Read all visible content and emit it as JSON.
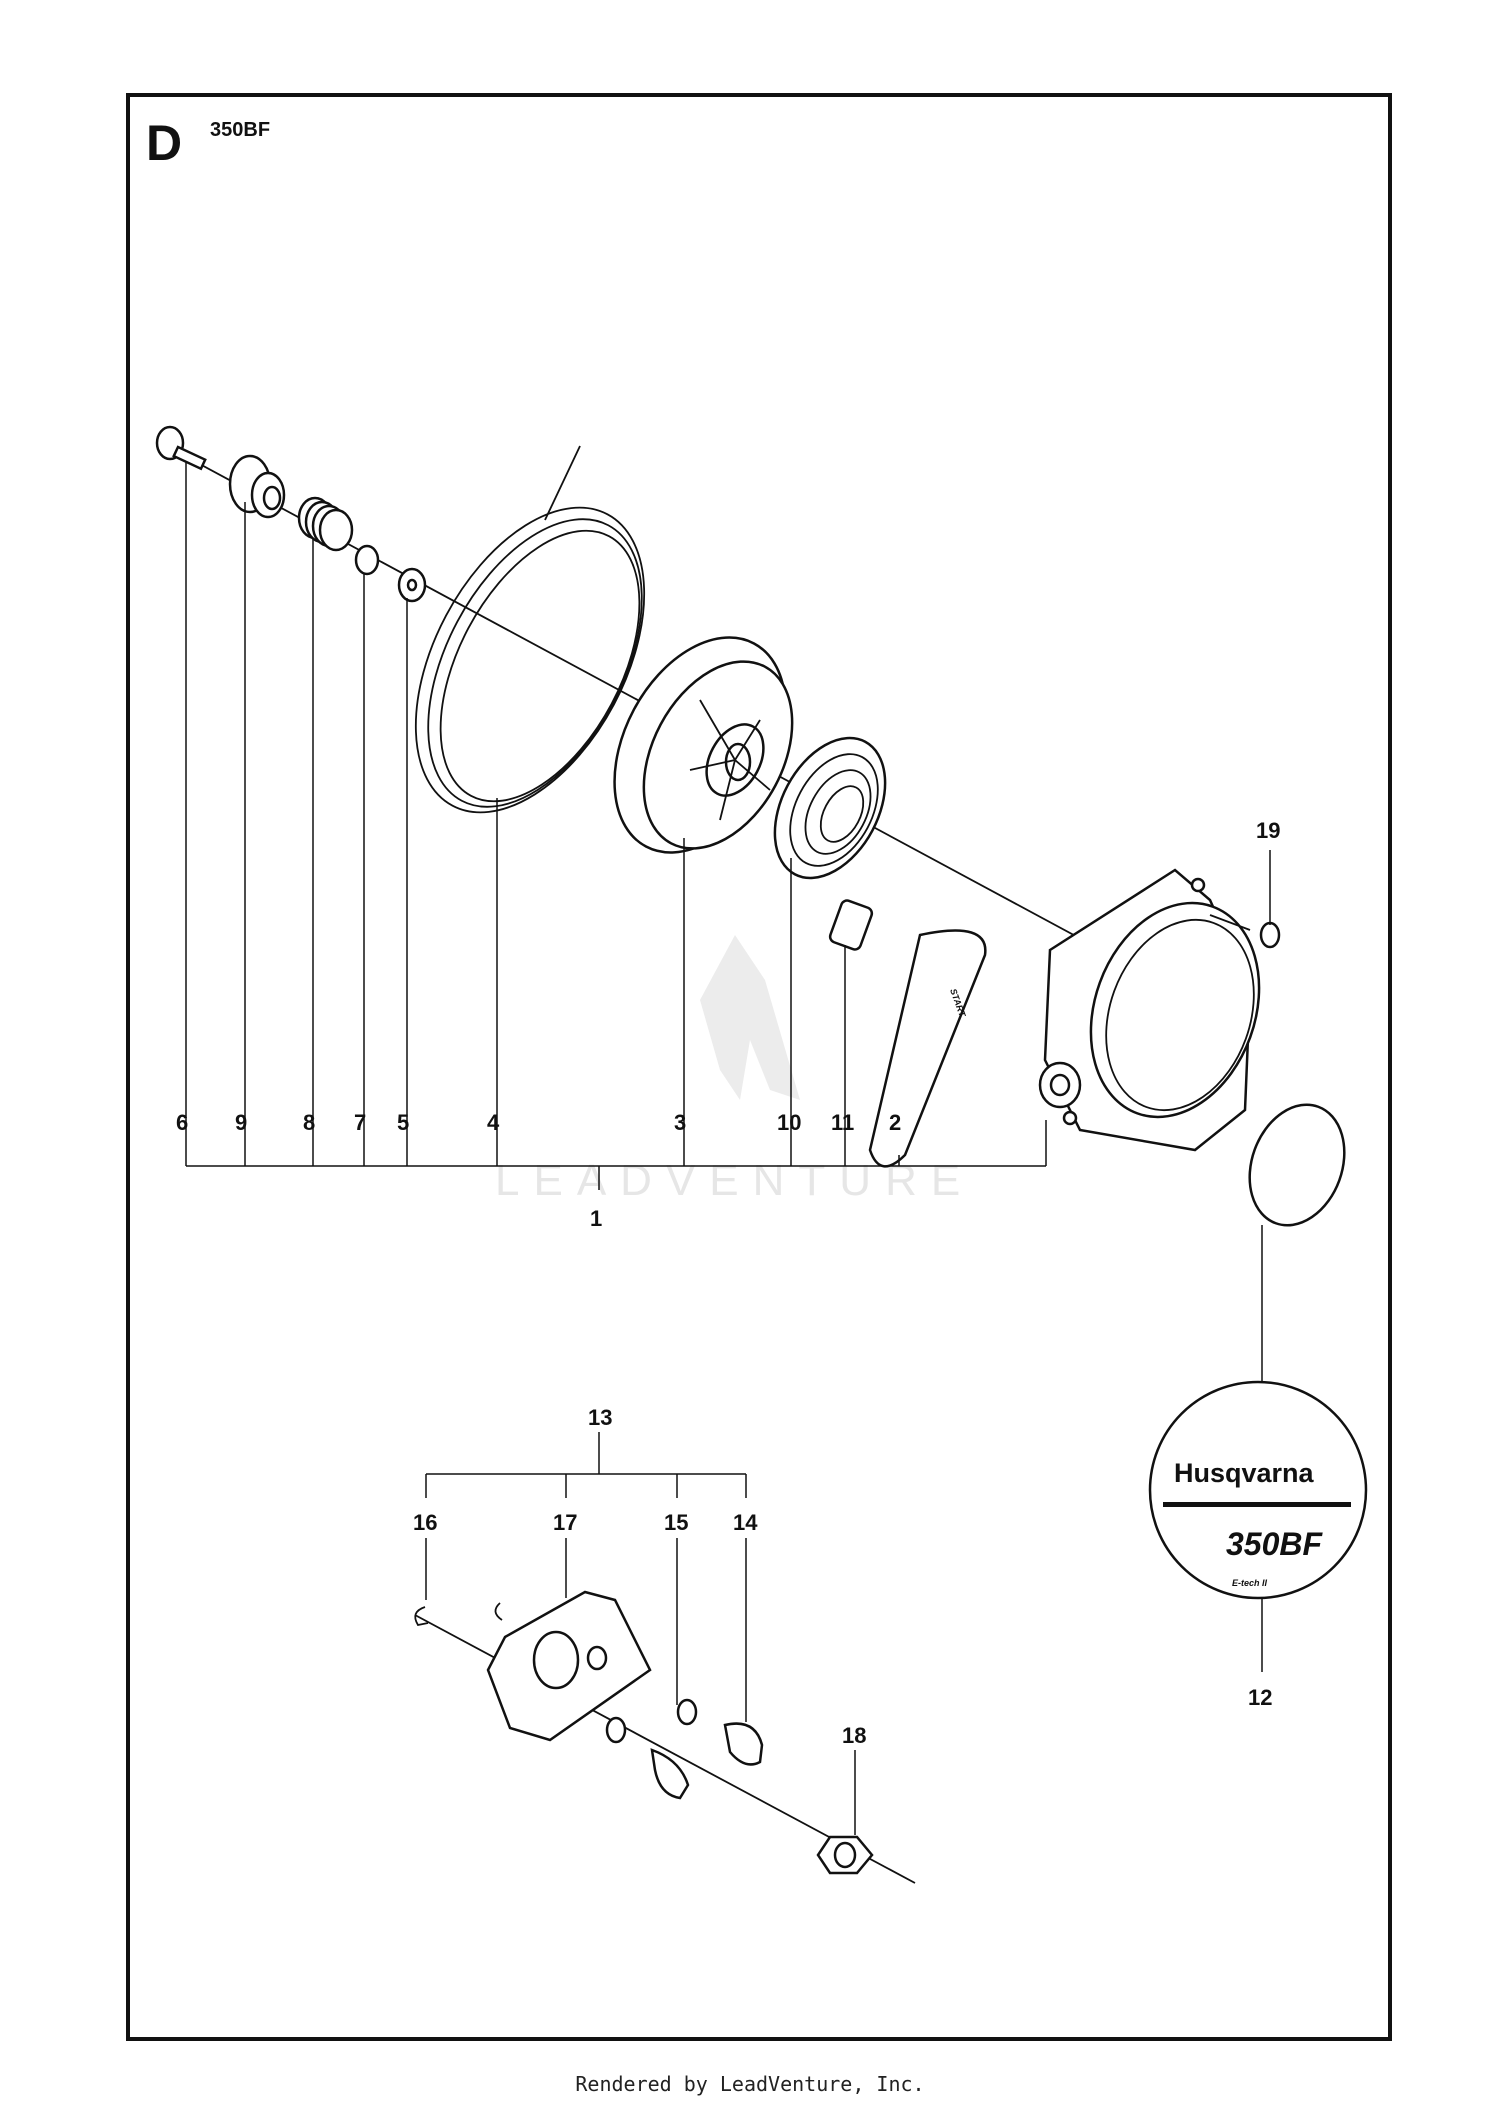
{
  "header": {
    "section_letter": "D",
    "model": "350BF"
  },
  "watermark": {
    "text": "LEADVENTURE"
  },
  "labels": {
    "p1": "1",
    "p2": "2",
    "p3": "3",
    "p4": "4",
    "p5": "5",
    "p6": "6",
    "p7": "7",
    "p8": "8",
    "p9": "9",
    "p10": "10",
    "p11": "11",
    "p12": "12",
    "p13": "13",
    "p14": "14",
    "p15": "15",
    "p16": "16",
    "p17": "17",
    "p18": "18",
    "p19": "19"
  },
  "decal": {
    "brand": "Husqvarna",
    "model": "350BF",
    "sub": "E-tech II"
  },
  "handle_text": "START",
  "footer": "Rendered by LeadVenture, Inc."
}
